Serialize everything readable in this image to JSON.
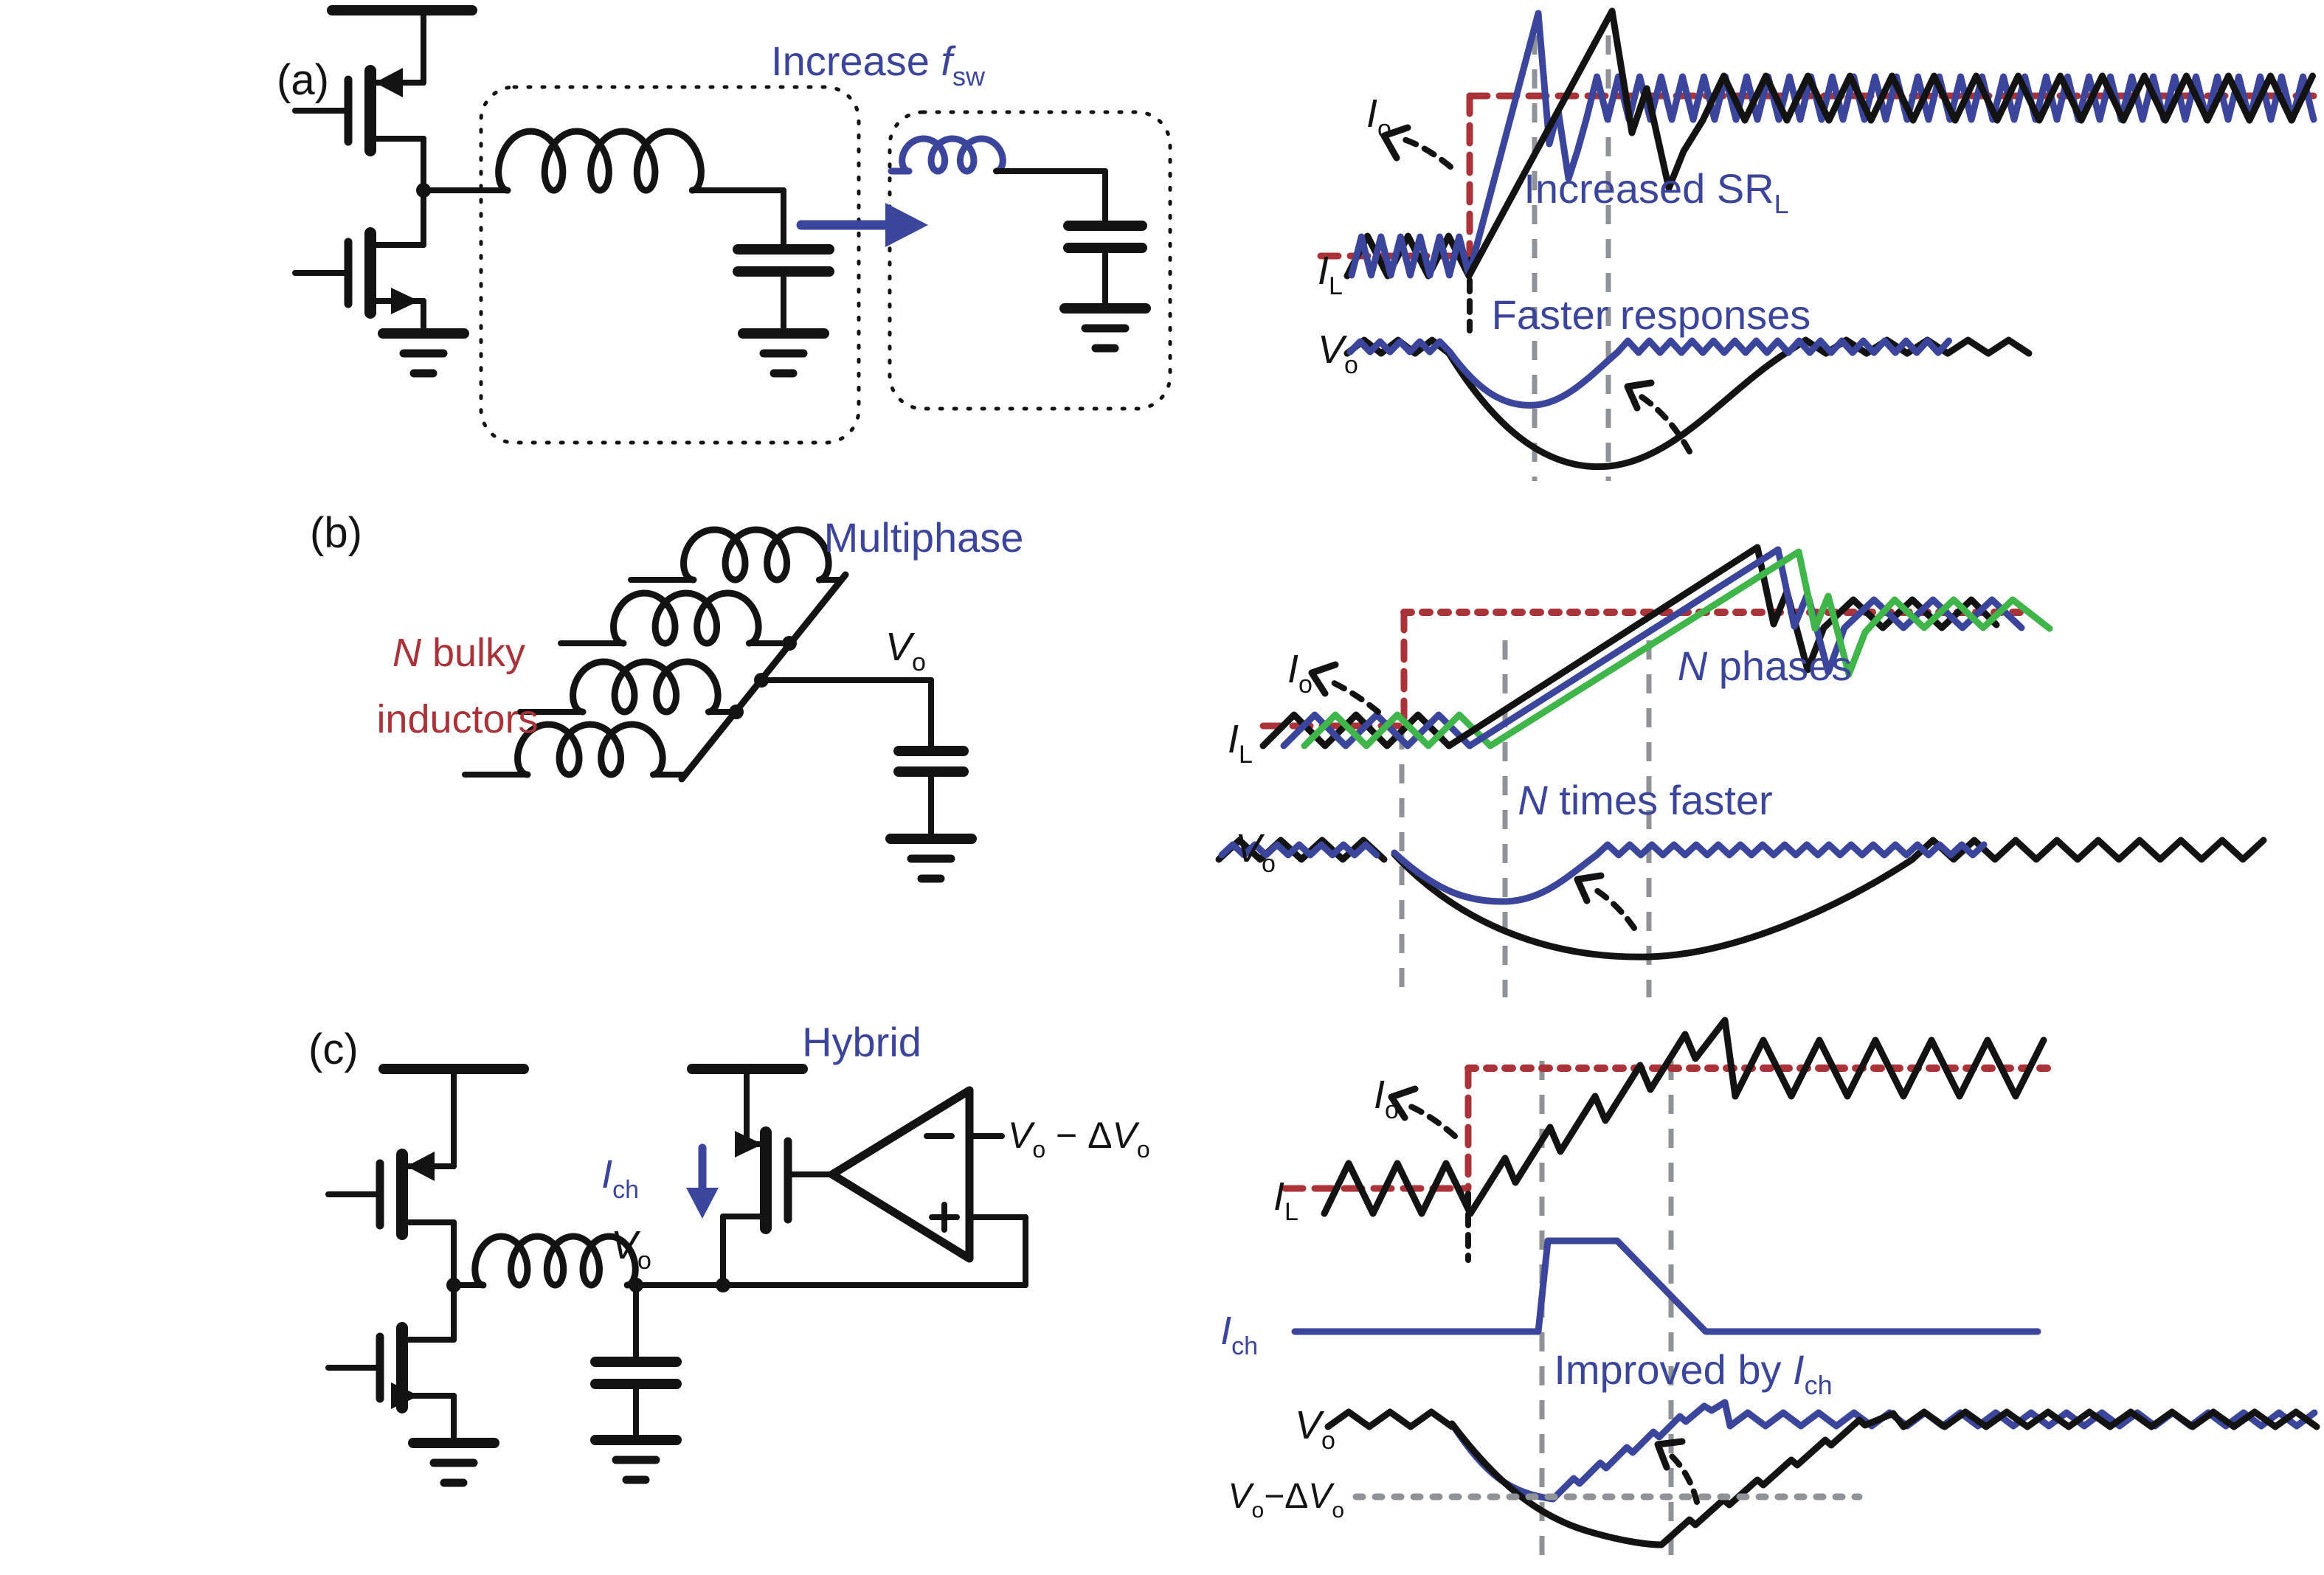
{
  "colors": {
    "accent_blue": "#3b459b",
    "accent_red": "#a93339",
    "accent_green": "#3fb54a",
    "ink": "#131313",
    "grid_gray": "#8f9296"
  },
  "symbols": {
    "i": "I",
    "v": "V",
    "f": "f",
    "n": "N",
    "sub_o": "o",
    "sub_l": "L",
    "sub_ch": "ch",
    "sub_sw": "sw",
    "minus": "−",
    "plus": "+"
  },
  "panel_a": {
    "tag": "(a)",
    "technique_pre": "Increase ",
    "annotation_slew_pre": "Increased SR",
    "annotation_response": "Faster responses"
  },
  "panel_b": {
    "tag": "(b)",
    "technique": "Multiphase",
    "inductor_note_rest": " bulky",
    "inductor_note_line2": "inductors",
    "annotation_phases_rest": " phases",
    "annotation_faster_rest": " times faster"
  },
  "panel_c": {
    "tag": "(c)",
    "technique": "Hybrid",
    "annotation_improved_pre": "Improved by ",
    "ref_mid": " − Δ",
    "level_mid": "−Δ"
  }
}
